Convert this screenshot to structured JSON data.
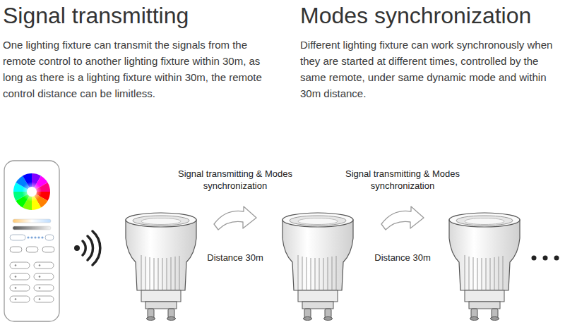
{
  "diagram": {
    "labels": [
      "Signal transmitting",
      "One lighting fixture can transmit the signals from the remote control to another lighting fixture within 30m, as long as there is a lighting fixture within 30m, the remote control distance can be limitless.",
      "Modes synchronization",
      "Different lighting fixture can work synchronously when they are started at different times, controlled by the same remote, under same dynamic mode and within 30m distance.",
      "Signal transmitting & Modes synchronization",
      "Signal transmitting & Modes synchronization",
      "Distance 30m",
      "Distance 30m"
    ]
  }
}
